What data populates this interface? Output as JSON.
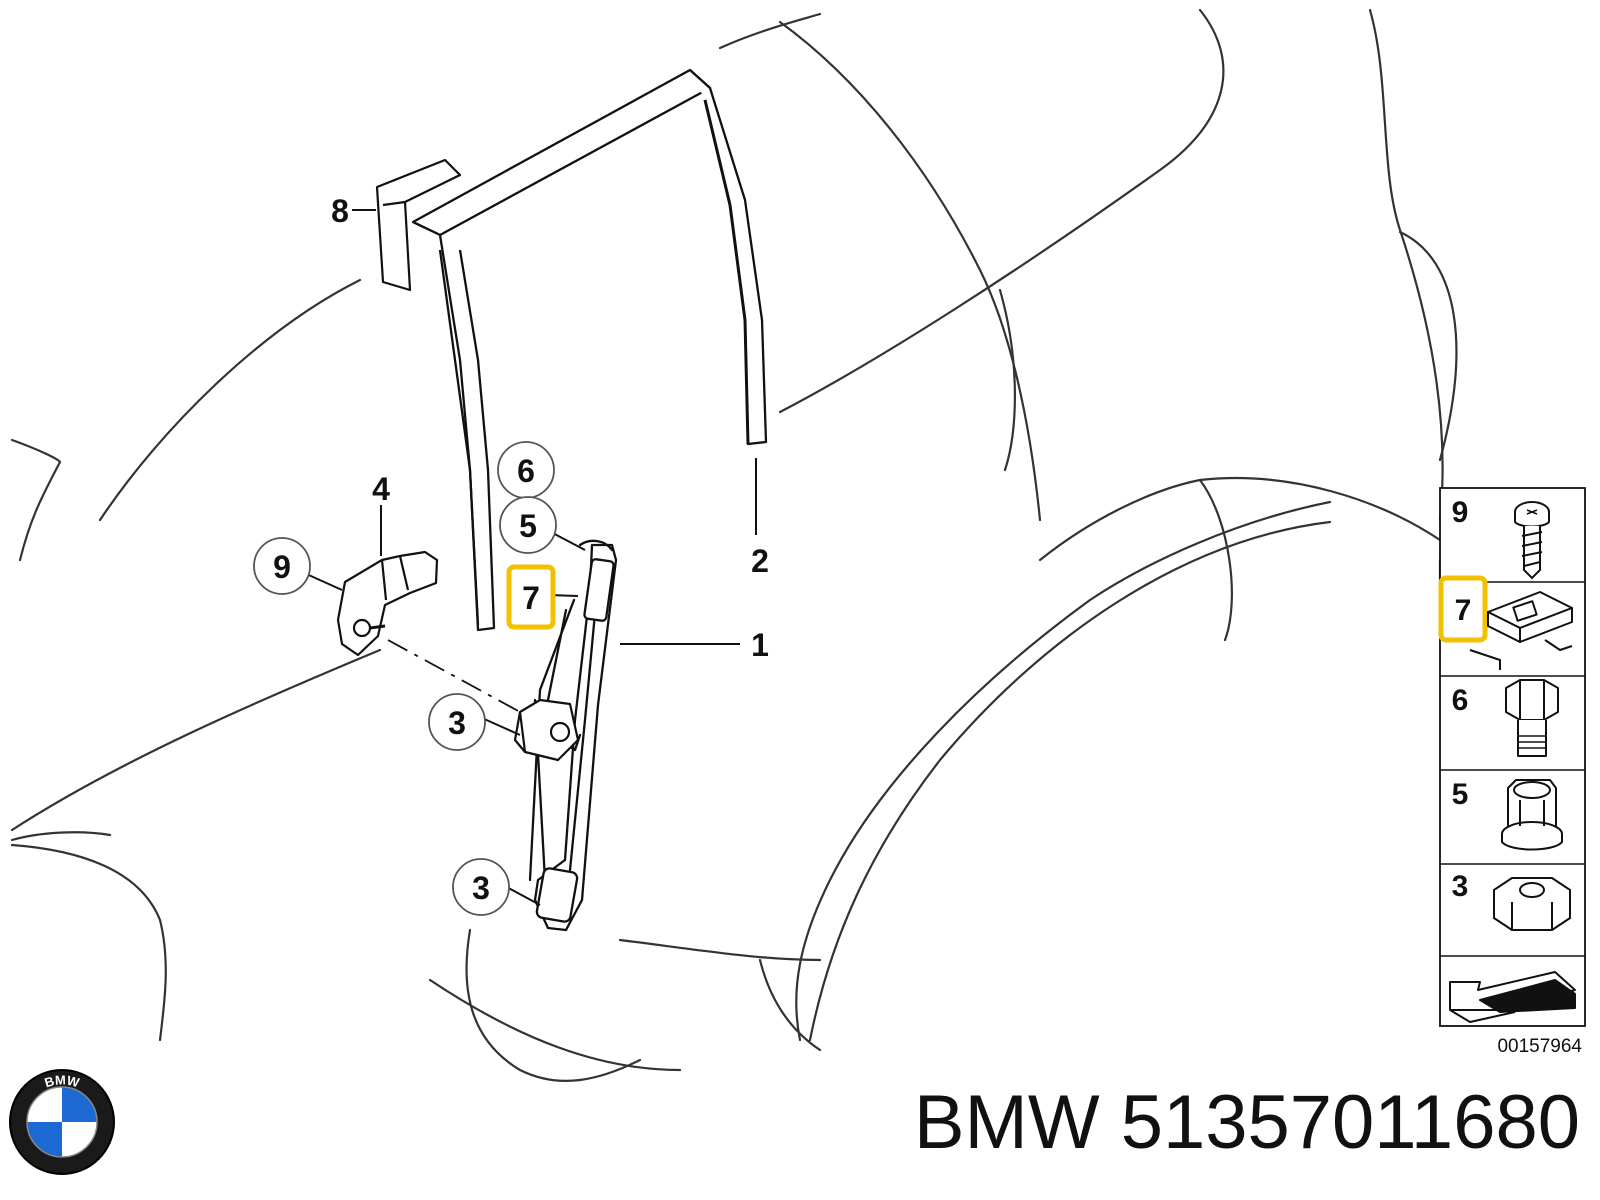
{
  "callouts": {
    "c8": "8",
    "c6": "6",
    "c5": "5",
    "c7": "7",
    "c4": "4",
    "c9": "9",
    "c3a": "3",
    "c3b": "3",
    "c1": "1",
    "c2": "2"
  },
  "legend": {
    "items": [
      "9",
      "7",
      "6",
      "5",
      "3"
    ],
    "diagram_number": "00157964"
  },
  "footer": {
    "brand": "BMW",
    "part_number": "51357011680",
    "logo_letters": "BMW"
  },
  "colors": {
    "highlight": "#F2C200",
    "line": "#111111",
    "outline": "#333333",
    "logo_blue": "#1C69D4"
  },
  "icons": [
    "bmw-logo-icon",
    "screw-icon",
    "clip-nut-icon",
    "hex-bolt-icon",
    "flange-nut-icon",
    "hex-nut-icon",
    "direction-arrow-icon"
  ]
}
